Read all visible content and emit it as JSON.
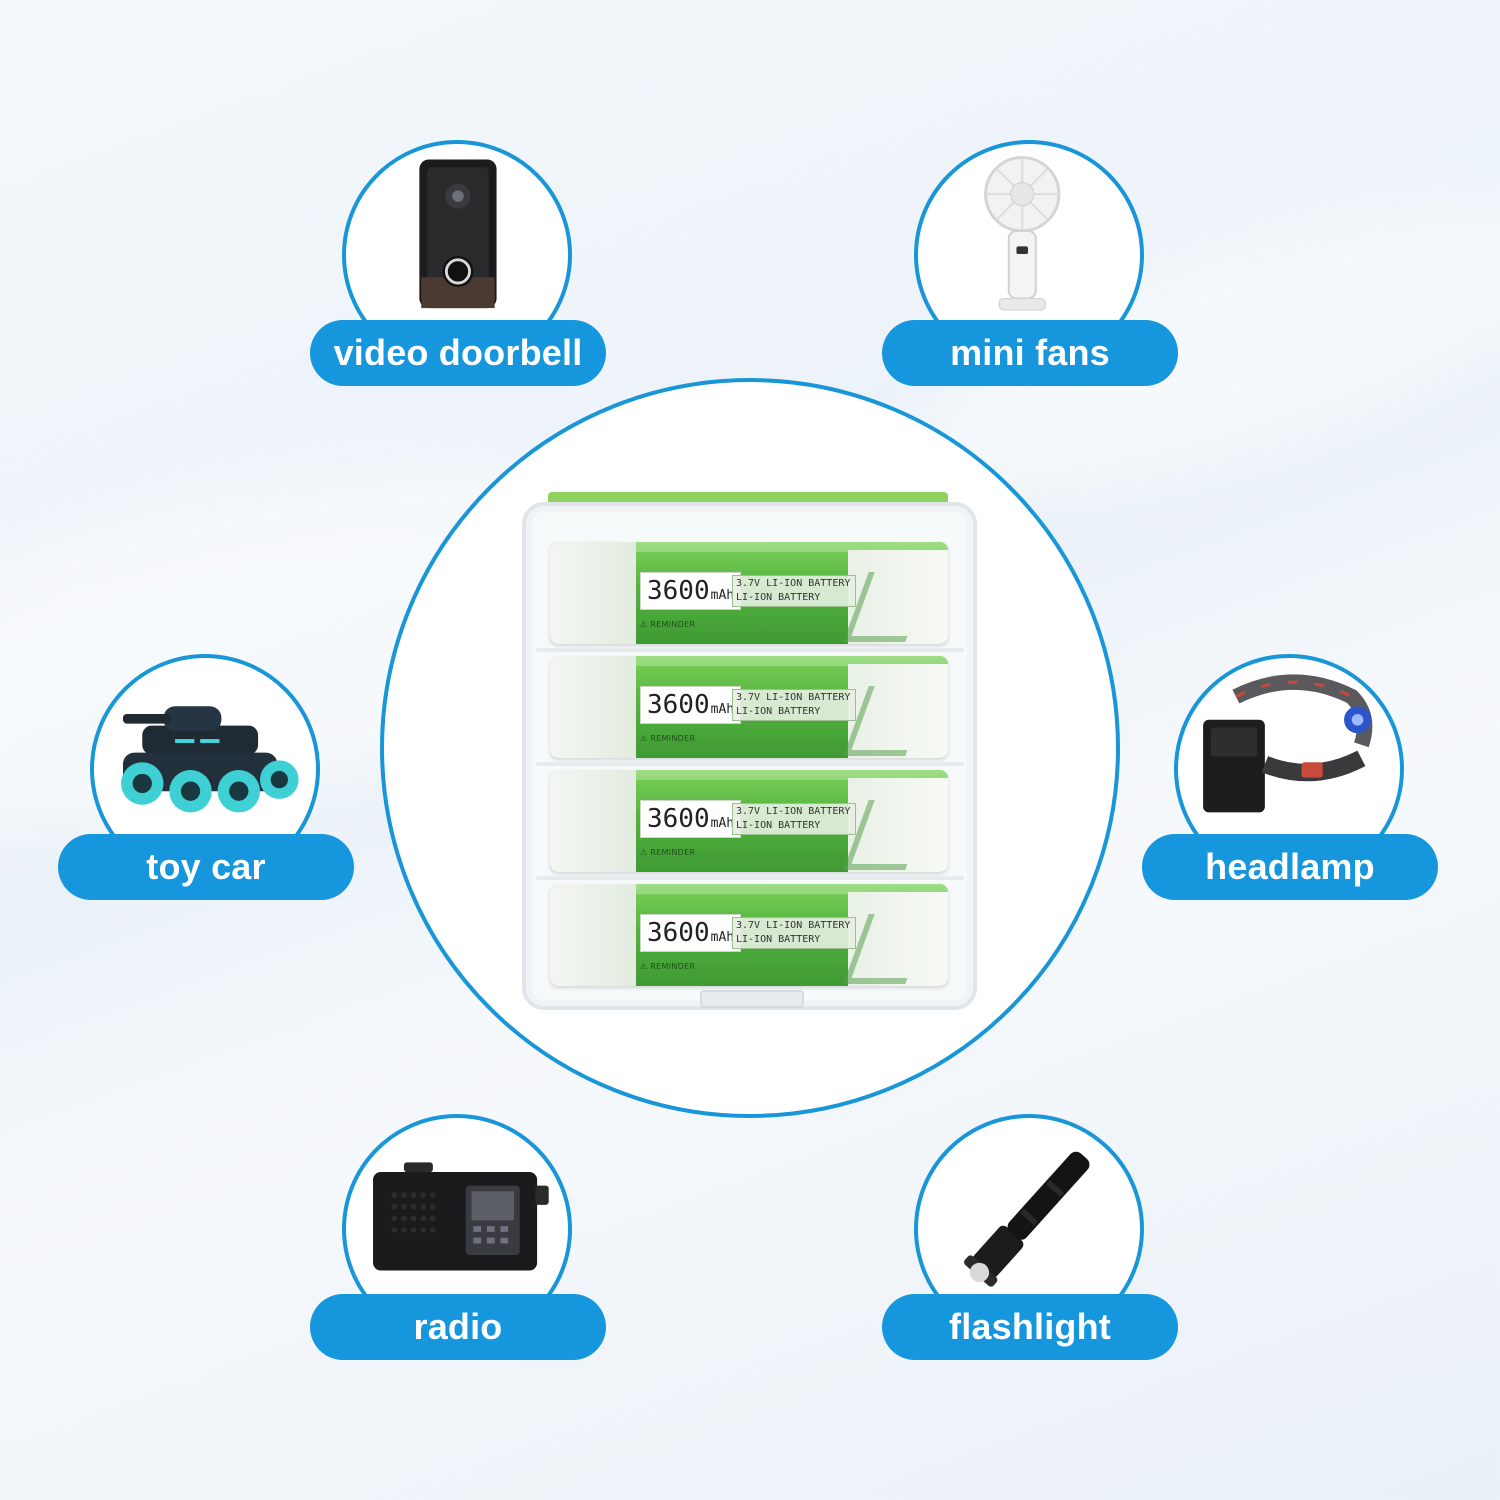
{
  "devices": [
    {
      "id": "video-doorbell",
      "label": "video doorbell",
      "icon": "doorbell-icon"
    },
    {
      "id": "mini-fans",
      "label": "mini fans",
      "icon": "fan-icon"
    },
    {
      "id": "toy-car",
      "label": "toy car",
      "icon": "toy-car-icon"
    },
    {
      "id": "headlamp",
      "label": "headlamp",
      "icon": "headlamp-icon"
    },
    {
      "id": "radio",
      "label": "radio",
      "icon": "radio-icon"
    },
    {
      "id": "flashlight",
      "label": "flashlight",
      "icon": "flashlight-icon"
    }
  ],
  "battery": {
    "capacity": "3600",
    "unit": "mAh",
    "spec_line1": "3.7V LI-ION BATTERY",
    "spec_line2": "LI-ION BATTERY",
    "reminder": "⚠ REMINDER"
  },
  "colors": {
    "accent": "#1596dd",
    "battery_green": "#53b33f"
  }
}
